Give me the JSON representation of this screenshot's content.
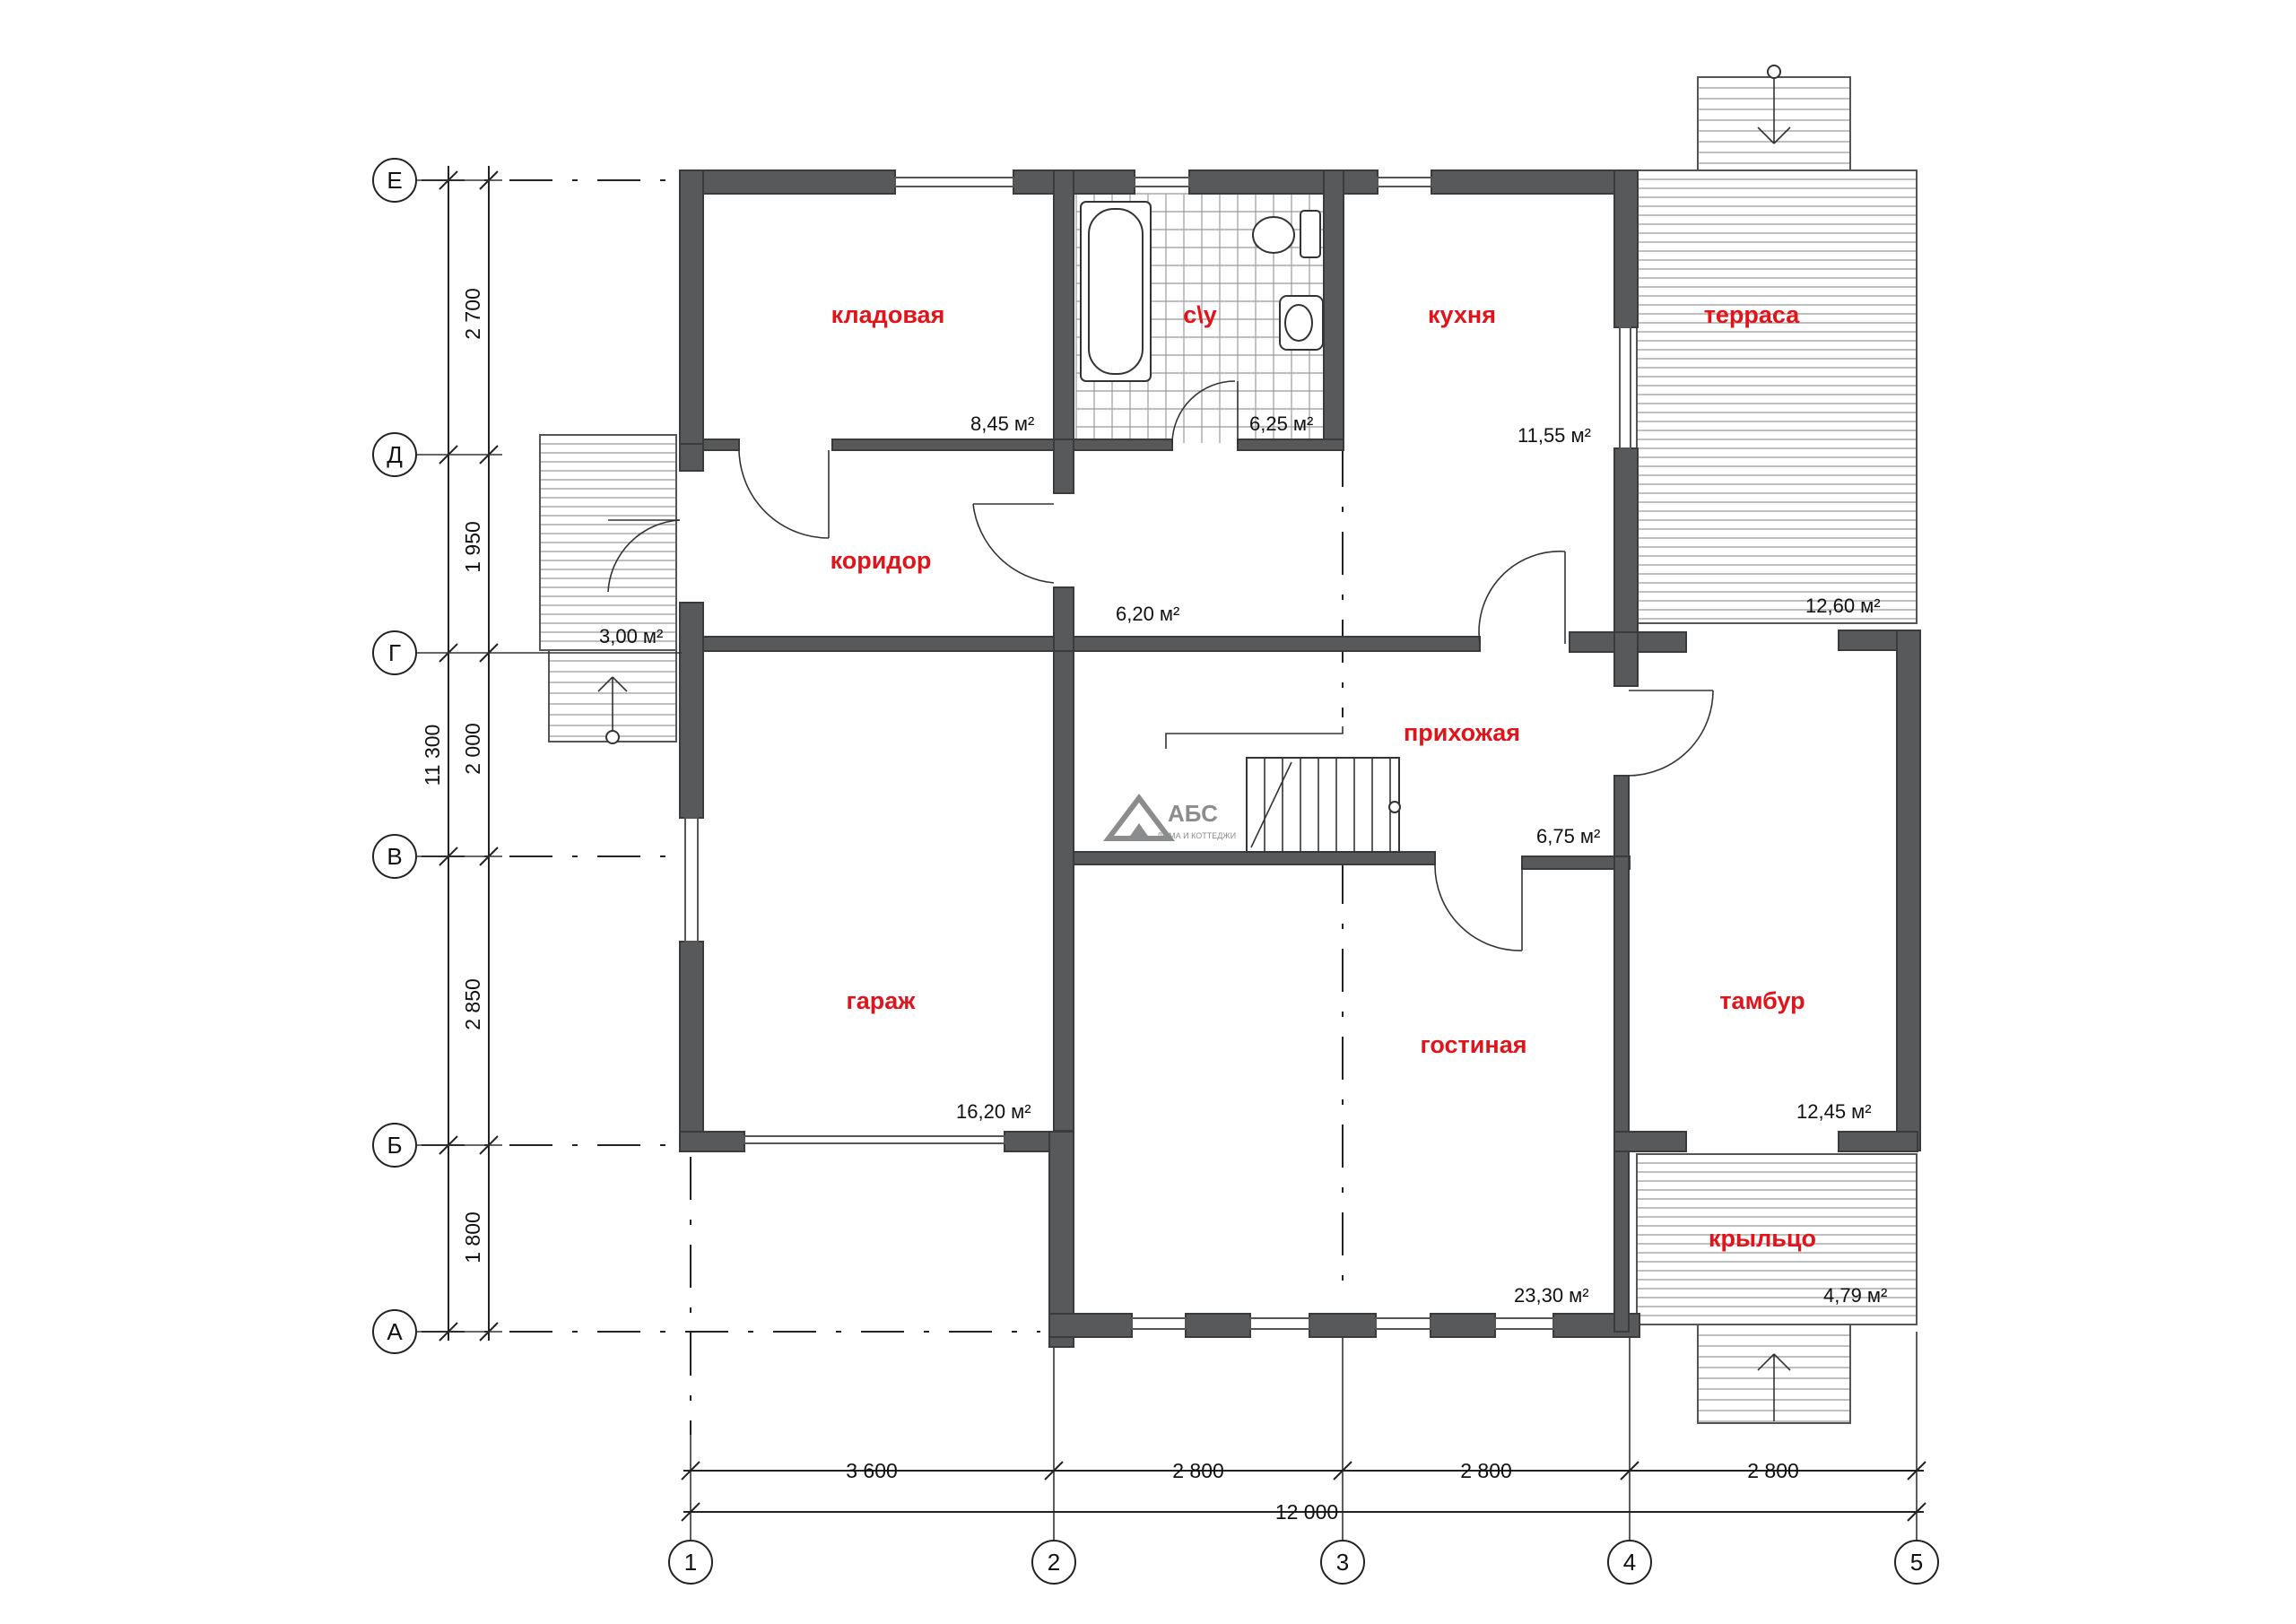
{
  "rooms": {
    "kladovaya": {
      "name": "кладовая",
      "area": "8,45 м²"
    },
    "su": {
      "name": "с\\у",
      "area": "6,25 м²"
    },
    "kuhnya": {
      "name": "кухня",
      "area": "11,55 м²"
    },
    "terrasa": {
      "name": "терраса",
      "area": "12,60 м²"
    },
    "koridor": {
      "name": "коридор",
      "area": "6,20 м²"
    },
    "porch_left": {
      "area": "3,00 м²"
    },
    "prihozhaya": {
      "name": "прихожая",
      "area": "6,75 м²"
    },
    "garazh": {
      "name": "гараж",
      "area": "16,20 м²"
    },
    "gostinaya": {
      "name": "гостиная",
      "area": "23,30 м²"
    },
    "tambur": {
      "name": "тамбур",
      "area": "12,45 м²"
    },
    "krylco": {
      "name": "крыльцо",
      "area": "4,79 м²"
    }
  },
  "axes_rows": [
    "Е",
    "Д",
    "Г",
    "В",
    "Б",
    "А"
  ],
  "axes_cols": [
    "1",
    "2",
    "3",
    "4",
    "5"
  ],
  "dims_vertical": [
    "2 700",
    "1 950",
    "2 000",
    "2 850",
    "1 800"
  ],
  "dim_vertical_total": "11 300",
  "dims_horizontal": [
    "3 600",
    "2 800",
    "2 800",
    "2 800"
  ],
  "dim_horizontal_total": "12 000",
  "logo": {
    "brand": "АБС",
    "tagline": "ДОМА И КОТТЕДЖИ"
  },
  "colors": {
    "wall": "#58595b",
    "room_label": "#e0141b"
  }
}
